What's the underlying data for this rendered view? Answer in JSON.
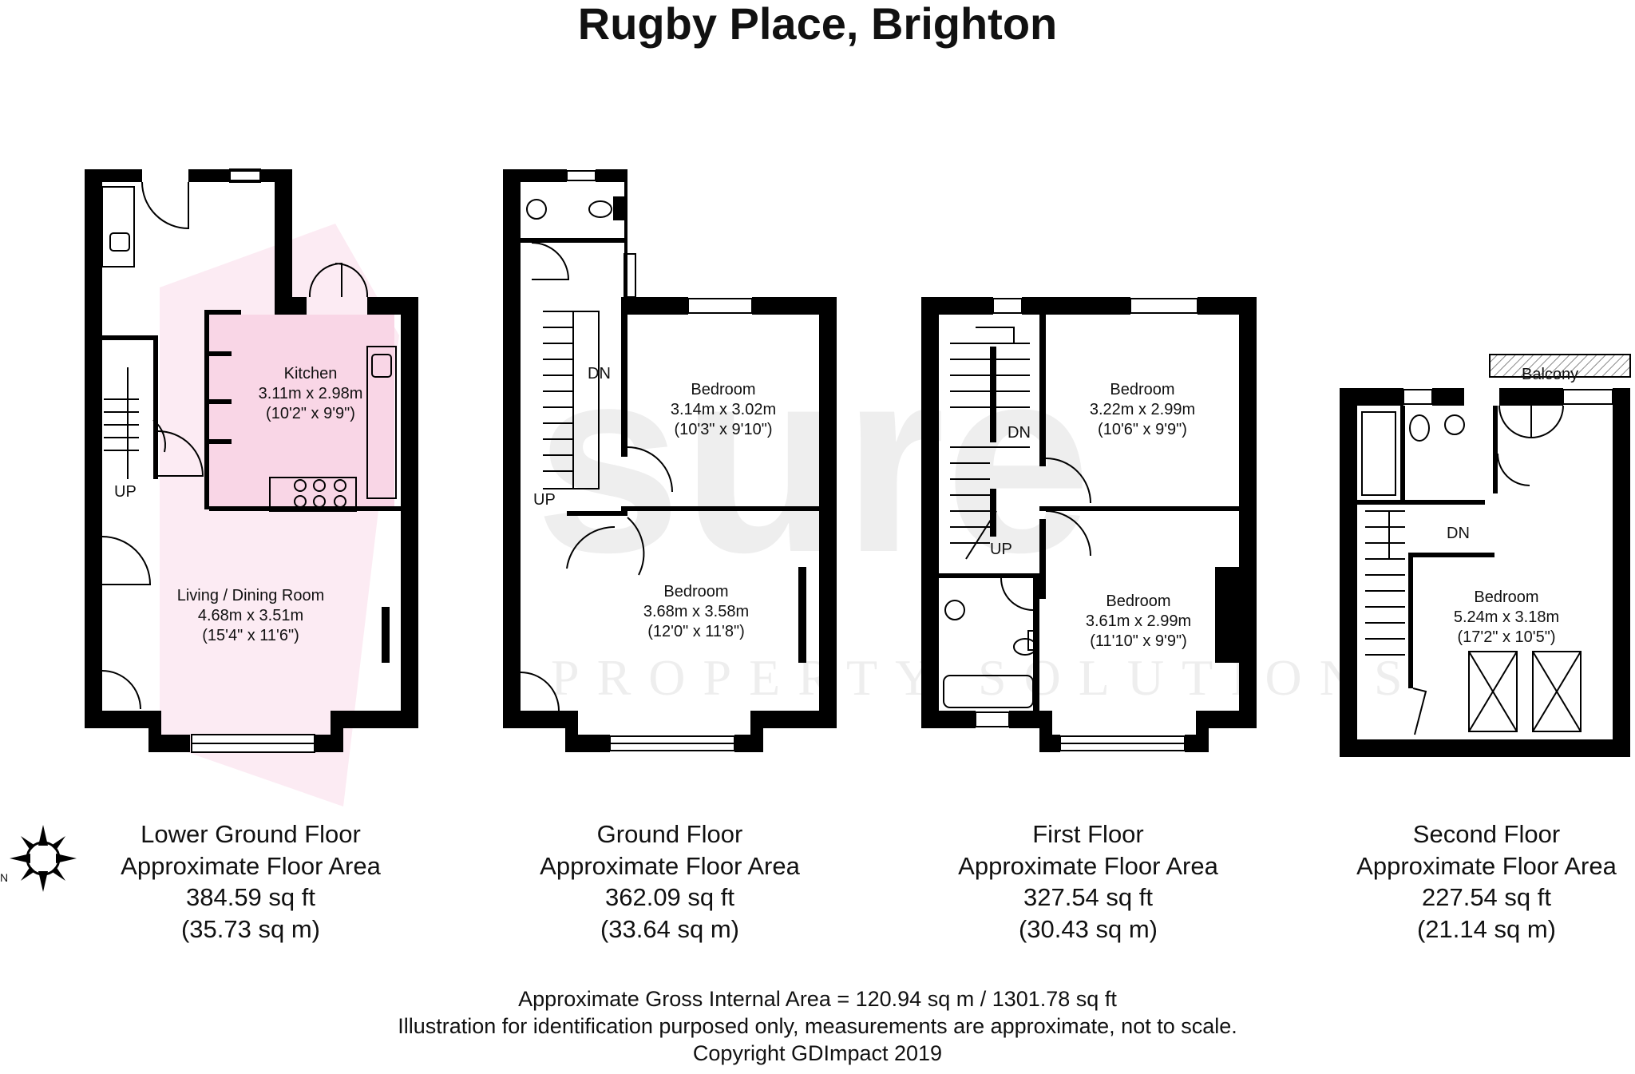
{
  "title": "Rugby Place, Brighton",
  "compass": {
    "label": "N",
    "icon": "compass-icon"
  },
  "floors": [
    {
      "name": "Lower Ground Floor",
      "area_label": "Approximate Floor Area",
      "area_sqft": "384.59 sq ft",
      "area_sqm": "(35.73 sq m)",
      "rooms": [
        {
          "name": "Kitchen",
          "metric": "3.11m x 2.98m",
          "imperial": "(10'2\" x 9'9\")"
        },
        {
          "name": "Living / Dining Room",
          "metric": "4.68m x 3.51m",
          "imperial": "(15'4\" x 11'6\")"
        }
      ],
      "stairs": [
        "UP"
      ]
    },
    {
      "name": "Ground Floor",
      "area_label": "Approximate Floor Area",
      "area_sqft": "362.09 sq ft",
      "area_sqm": "(33.64 sq m)",
      "rooms": [
        {
          "name": "Bedroom",
          "metric": "3.14m x 3.02m",
          "imperial": "(10'3\" x 9'10\")"
        },
        {
          "name": "Bedroom",
          "metric": "3.68m x 3.58m",
          "imperial": "(12'0\" x 11'8\")"
        }
      ],
      "stairs": [
        "DN",
        "UP"
      ]
    },
    {
      "name": "First Floor",
      "area_label": "Approximate Floor Area",
      "area_sqft": "327.54 sq ft",
      "area_sqm": "(30.43 sq m)",
      "rooms": [
        {
          "name": "Bedroom",
          "metric": "3.22m x 2.99m",
          "imperial": "(10'6\" x 9'9\")"
        },
        {
          "name": "Bedroom",
          "metric": "3.61m x 2.99m",
          "imperial": "(11'10\" x 9'9\")"
        }
      ],
      "stairs": [
        "DN",
        "UP"
      ]
    },
    {
      "name": "Second Floor",
      "area_label": "Approximate Floor Area",
      "area_sqft": "227.54 sq ft",
      "area_sqm": "(21.14 sq m)",
      "rooms": [
        {
          "name": "Bedroom",
          "metric": "5.24m x 3.18m",
          "imperial": "(17'2\" x 10'5\")"
        }
      ],
      "stairs": [
        "DN"
      ],
      "balcony": "Balcony"
    }
  ],
  "footer": {
    "gross_area": "Approximate Gross Internal Area = 120.94 sq m / 1301.78 sq ft",
    "disclaimer": "Illustration for identification purposed only, measurements are approximate, not to scale.",
    "copyright": "Copyright GDImpact 2019"
  },
  "colors": {
    "wall": "#000000",
    "kitchen_tint": "#f9d6e6",
    "watermark": "#f1f1f1"
  }
}
